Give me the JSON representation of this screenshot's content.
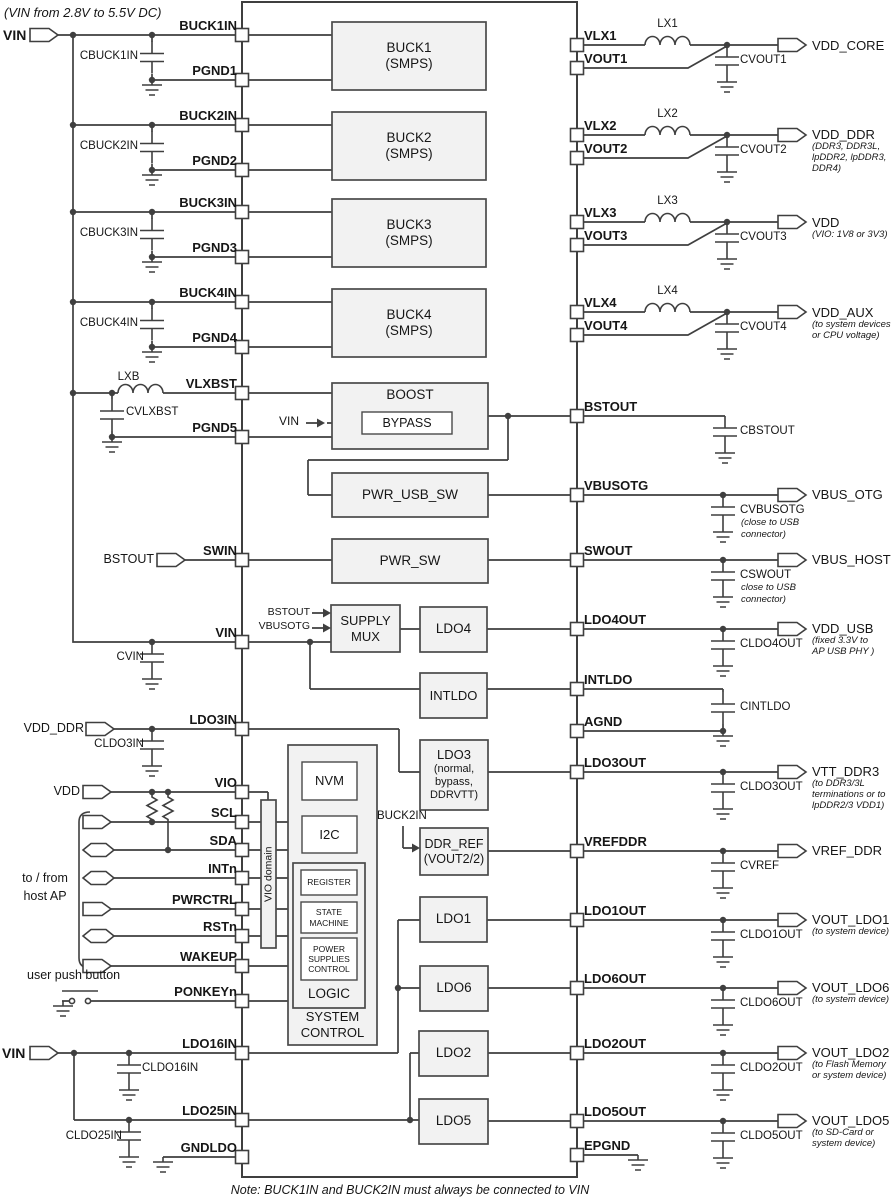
{
  "colors": {
    "line": "#3f3f3f",
    "block_fill": "#f2f2f2",
    "inner_fill": "#ffffff",
    "text": "#161616"
  },
  "notes": {
    "top": "(VIN from 2.8V to 5.5V DC)",
    "bottom": "Note: BUCK1IN and BUCK2IN must always be connected to VIN"
  },
  "pins_left": {
    "buck1in": "BUCK1IN",
    "pgnd1": "PGND1",
    "buck2in": "BUCK2IN",
    "pgnd2": "PGND2",
    "buck3in": "BUCK3IN",
    "pgnd3": "PGND3",
    "buck4in": "BUCK4IN",
    "pgnd4": "PGND4",
    "vlxbst": "VLXBST",
    "pgnd5": "PGND5",
    "swin": "SWIN",
    "vin": "VIN",
    "ldo3in": "LDO3IN",
    "vio": "VIO",
    "scl": "SCL",
    "sda": "SDA",
    "intn": "INTn",
    "pwrctrl": "PWRCTRL",
    "rstn": "RSTn",
    "wakeup": "WAKEUP",
    "ponkeyn": "PONKEYn",
    "ldo16in": "LDO16IN",
    "ldo25in": "LDO25IN",
    "gndldo": "GNDLDO"
  },
  "pins_right": {
    "vlx1": "VLX1",
    "vout1": "VOUT1",
    "vlx2": "VLX2",
    "vout2": "VOUT2",
    "vlx3": "VLX3",
    "vout3": "VOUT3",
    "vlx4": "VLX4",
    "vout4": "VOUT4",
    "bstout": "BSTOUT",
    "vbusotg": "VBUSOTG",
    "swout": "SWOUT",
    "ldo4out": "LDO4OUT",
    "intldo": "INTLDO",
    "agnd": "AGND",
    "ldo3out": "LDO3OUT",
    "vrefddr": "VREFDDR",
    "ldo1out": "LDO1OUT",
    "ldo6out": "LDO6OUT",
    "ldo2out": "LDO2OUT",
    "ldo5out": "LDO5OUT",
    "epgnd": "EPGND"
  },
  "blocks": {
    "buck1": [
      "BUCK1",
      "(SMPS)"
    ],
    "buck2": [
      "BUCK2",
      "(SMPS)"
    ],
    "buck3": [
      "BUCK3",
      "(SMPS)"
    ],
    "buck4": [
      "BUCK4",
      "(SMPS)"
    ],
    "boost": "BOOST",
    "bypass": "BYPASS",
    "pwr_usb_sw": "PWR_USB_SW",
    "pwr_sw": "PWR_SW",
    "supply_mux": [
      "SUPPLY",
      "MUX"
    ],
    "ldo4": "LDO4",
    "intldo": "INTLDO",
    "ldo3": [
      "LDO3",
      "(normal,",
      "bypass,",
      "DDRVTT)"
    ],
    "ddr_ref": [
      "DDR_REF",
      "(VOUT2/2)"
    ],
    "ldo1": "LDO1",
    "ldo6": "LDO6",
    "ldo2": "LDO2",
    "ldo5": "LDO5",
    "nvm": "NVM",
    "i2c": "I2C",
    "register": "REGISTER",
    "state_machine": [
      "STATE",
      "MACHINE"
    ],
    "power_supplies_control": [
      "POWER",
      "SUPPLIES",
      "CONTROL"
    ],
    "logic": "LOGIC",
    "system_control": [
      "SYSTEM",
      "CONTROL"
    ],
    "vio_domain": "VIO domain"
  },
  "left": {
    "vin_top": "VIN",
    "vin_bottom": "VIN",
    "vdd_ddr": "VDD_DDR",
    "vdd": "VDD",
    "bstout": "BSTOUT",
    "host_ap": [
      "to / from",
      "host AP"
    ],
    "push_button": "user push button",
    "lxb": "LXB",
    "caps": {
      "cbuck1in": "CBUCK1IN",
      "cbuck2in": "CBUCK2IN",
      "cbuck3in": "CBUCK3IN",
      "cbuck4in": "CBUCK4IN",
      "cvlxbst": "CVLXBST",
      "cvin": "CVIN",
      "cldo3in": "CLDO3IN",
      "cldo16in": "CLDO16IN",
      "cldo25in": "CLDO25IN"
    }
  },
  "internal": {
    "bstout": "BSTOUT",
    "vbusotg": "VBUSOTG",
    "vin": "VIN",
    "buck2in": "BUCK2IN"
  },
  "right": {
    "inductors": {
      "lx1": "LX1",
      "lx2": "LX2",
      "lx3": "LX3",
      "lx4": "LX4"
    },
    "caps": {
      "cvout1": "CVOUT1",
      "cvout2": "CVOUT2",
      "cvout3": "CVOUT3",
      "cvout4": "CVOUT4",
      "cbstout": "CBSTOUT",
      "cvbusotg": "CVBUSOTG",
      "cswout": "CSWOUT",
      "cldo4out": "CLDO4OUT",
      "cintldo": "CINTLDO",
      "cldo3out": "CLDO3OUT",
      "cvref": "CVREF",
      "cldo1out": "CLDO1OUT",
      "cldo6out": "CLDO6OUT",
      "cldo2out": "CLDO2OUT",
      "cldo5out": "CLDO5OUT"
    },
    "cap_notes": {
      "cvbusotg": [
        "(close to USB",
        "connector)"
      ],
      "cswout": [
        "close to USB",
        "connector)"
      ]
    },
    "outputs": {
      "vdd_core": {
        "label": "VDD_CORE"
      },
      "vdd_ddr": {
        "label": "VDD_DDR",
        "notes": [
          "(DDR3, DDR3L,",
          "lpDDR2, lpDDR3,",
          "DDR4)"
        ]
      },
      "vdd": {
        "label": "VDD",
        "notes": [
          "(VIO: 1V8 or 3V3)"
        ]
      },
      "vdd_aux": {
        "label": "VDD_AUX",
        "notes": [
          "(to system devices",
          "or CPU voltage)"
        ]
      },
      "vbus_otg": {
        "label": "VBUS_OTG"
      },
      "vbus_host": {
        "label": "VBUS_HOST"
      },
      "vdd_usb": {
        "label": "VDD_USB",
        "notes": [
          "(fixed 3.3V to",
          "AP USB PHY )"
        ]
      },
      "vtt_ddr3": {
        "label": "VTT_DDR3",
        "notes": [
          "(to DDR3/3L",
          "terminations or to",
          "lpDDR2/3 VDD1)"
        ]
      },
      "vref_ddr": {
        "label": "VREF_DDR"
      },
      "vout_ldo1": {
        "label": "VOUT_LDO1",
        "notes": [
          "(to system device)"
        ]
      },
      "vout_ldo6": {
        "label": "VOUT_LDO6",
        "notes": [
          "(to system device)"
        ]
      },
      "vout_ldo2": {
        "label": "VOUT_LDO2",
        "notes": [
          "(to Flash Memory",
          "or system device)"
        ]
      },
      "vout_ldo5": {
        "label": "VOUT_LDO5",
        "notes": [
          "(to SD-Card or",
          "system device)"
        ]
      }
    }
  }
}
